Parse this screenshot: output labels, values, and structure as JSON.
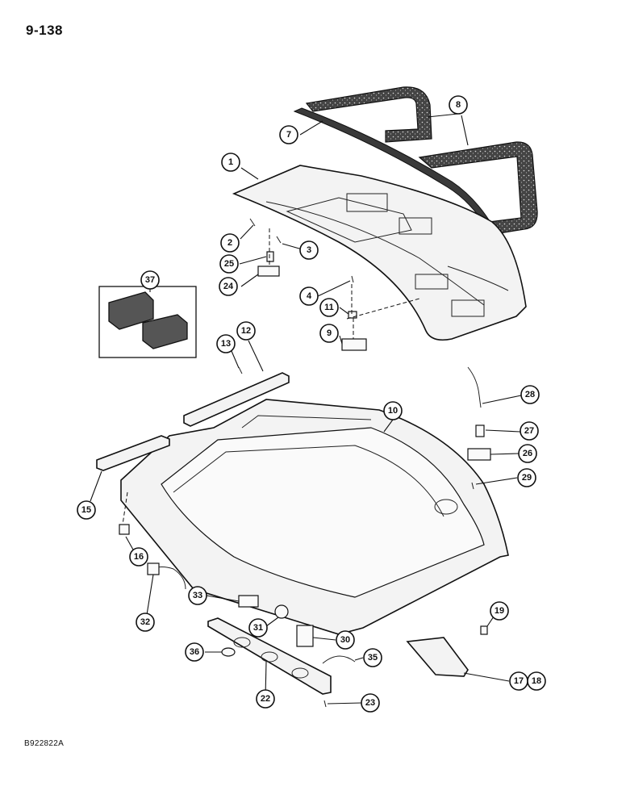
{
  "page_number": "9-138",
  "figure_code": "B922822A",
  "callouts": [
    "1",
    "2",
    "3",
    "4",
    "7",
    "8",
    "9",
    "10",
    "11",
    "12",
    "13",
    "15",
    "16",
    "17",
    "18",
    "19",
    "22",
    "23",
    "24",
    "25",
    "26",
    "27",
    "28",
    "29",
    "30",
    "31",
    "32",
    "33",
    "35",
    "36",
    "37"
  ]
}
